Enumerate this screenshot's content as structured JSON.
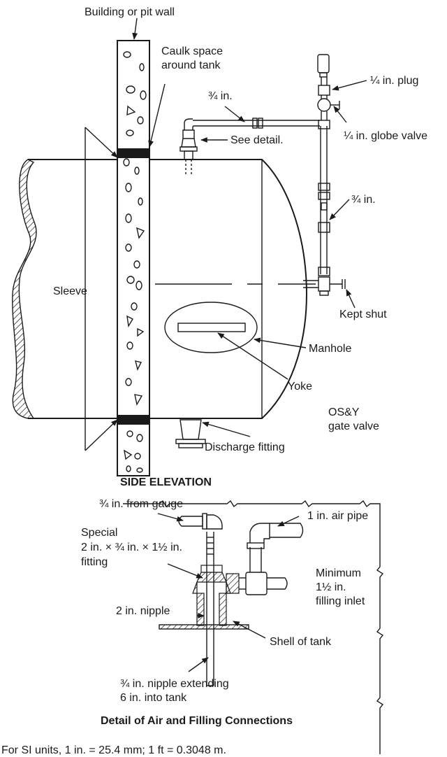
{
  "side_elevation": {
    "title": "SIDE ELEVATION",
    "labels": {
      "wall": "Building or pit wall",
      "caulk_line1": "Caulk space",
      "caulk_line2": "around tank",
      "pipe_top": "¾ in.",
      "plug": "¼ in. plug",
      "globe_valve": "¼ in. globe valve",
      "see_detail": "See detail.",
      "pipe_vertical": "¾ in.",
      "sleeve": "Sleeve",
      "kept_shut": "Kept shut",
      "manhole": "Manhole",
      "yoke": "Yoke",
      "osy_line1": "OS&Y",
      "osy_line2": "gate valve",
      "discharge": "Discharge fitting"
    }
  },
  "detail": {
    "title": "Detail of Air and Filling Connections",
    "labels": {
      "from_gauge": "¾ in. from gauge",
      "air_pipe": "1 in. air pipe",
      "special_line1": "Special",
      "special_line2": "2 in. × ¾ in. × 1½ in.",
      "special_line3": "fitting",
      "minimum_line1": "Minimum",
      "minimum_line2": "1½ in.",
      "minimum_line3": "filling inlet",
      "nipple": "2 in. nipple",
      "shell": "Shell of tank",
      "extending_line1": "¾ in. nipple extending",
      "extending_line2": "6 in. into tank"
    }
  },
  "footnote": "For SI units, 1 in. = 25.4 mm; 1 ft = 0.3048 m."
}
